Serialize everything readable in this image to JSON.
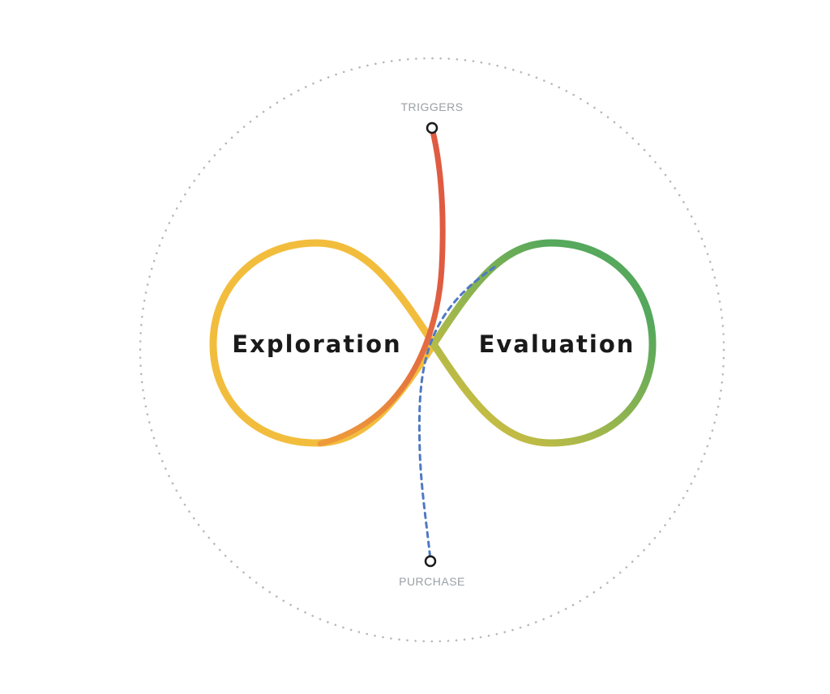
{
  "diagram": {
    "top_endpoint_label": "TRIGGERS",
    "bottom_endpoint_label": "PURCHASE",
    "left_loop_label": "Exploration",
    "right_loop_label": "Evaluation"
  },
  "colors": {
    "exploration_loop": "#f2bd3d",
    "evaluation_loop": "#55a85c",
    "triggers_path": "#df5b42",
    "purchase_path": "#4f79c4",
    "outer_circle": "#b8b8b8",
    "label_gray": "#9aa0a6",
    "text_dark": "#1a1a1a"
  }
}
